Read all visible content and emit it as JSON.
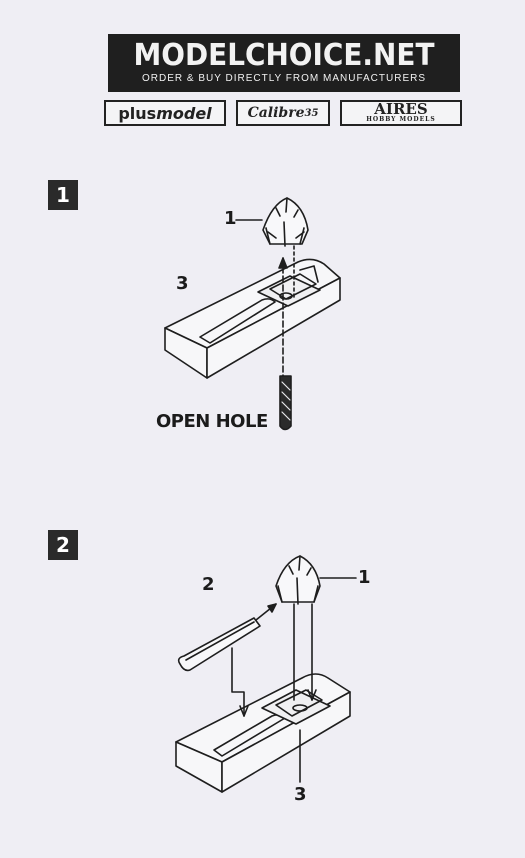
{
  "header": {
    "title": "MODELCHOICE.NET",
    "subtitle": "ORDER & BUY DIRECTLY FROM MANUFACTURERS"
  },
  "logos": {
    "plusmodel_a": "plus",
    "plusmodel_b": "model",
    "calibre_a": "Calibre",
    "calibre_b": "35",
    "aires_a": "AIRES",
    "aires_b": "HOBBY MODELS"
  },
  "steps": [
    {
      "number": "1",
      "part_labels": [
        "1",
        "3"
      ],
      "callout": "OPEN HOLE"
    },
    {
      "number": "2",
      "part_labels": [
        "2",
        "1",
        "3"
      ]
    }
  ]
}
